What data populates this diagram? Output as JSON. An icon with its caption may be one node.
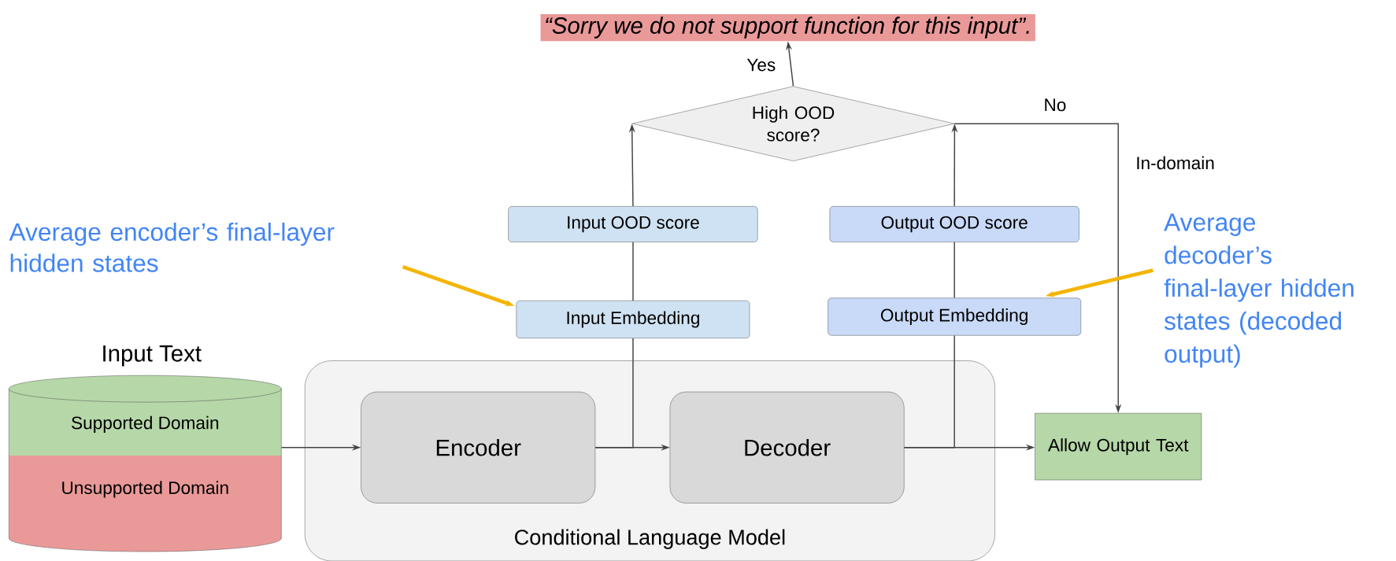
{
  "diagram": {
    "nodes": [
      {
        "text": [
          "“Sorry we do not support function for this input”."
        ]
      },
      {
        "text": [
          "High OOD score?"
        ]
      },
      {
        "text": [
          "Input OOD score"
        ]
      },
      {
        "text": [
          "Output OOD score"
        ]
      },
      {
        "text": [
          "Input Embedding"
        ]
      },
      {
        "text": [
          "Output Embedding"
        ]
      },
      {
        "text": [
          "Conditional Language Model"
        ]
      },
      {
        "text": [
          "Encoder"
        ],
        "in": 6
      },
      {
        "text": [
          "Decoder"
        ],
        "in": 6
      },
      {
        "text": [
          "Input Text",
          "Supported Domain",
          "Unsupported Domain"
        ]
      },
      {
        "text": [
          "Allow Output Text"
        ]
      },
      {
        "text": [
          "Average encoder’s final-layer hidden states"
        ]
      },
      {
        "text": [
          "Average decoder’s final-layer hidden states (decoded output)"
        ]
      }
    ],
    "edges": [
      {
        "from": 1,
        "to": 0,
        "arrow": "to",
        "label": "Yes"
      },
      {
        "from": 1,
        "to": 10,
        "arrow": "to",
        "label": "No"
      },
      {
        "from": 2,
        "to": 1,
        "arrow": "to"
      },
      {
        "from": 3,
        "to": 1,
        "arrow": "to"
      },
      {
        "from": 4,
        "to": 2,
        "arrow": "none"
      },
      {
        "from": 5,
        "to": 3,
        "arrow": "none"
      },
      {
        "from": 9,
        "to": 7,
        "arrow": "to"
      },
      {
        "from": 7,
        "to": 8,
        "arrow": "to"
      },
      {
        "from": 7,
        "to": 4,
        "arrow": "none"
      },
      {
        "from": 8,
        "to": 10,
        "arrow": "to"
      },
      {
        "from": 8,
        "to": 5,
        "arrow": "none"
      },
      {
        "from": 11,
        "to": 4,
        "arrow": "to",
        "style": "thick",
        "color": "#f4b400"
      },
      {
        "from": 12,
        "to": 5,
        "arrow": "to",
        "style": "thick",
        "color": "#f4b400"
      }
    ],
    "labels": [
      "In-domain"
    ]
  }
}
